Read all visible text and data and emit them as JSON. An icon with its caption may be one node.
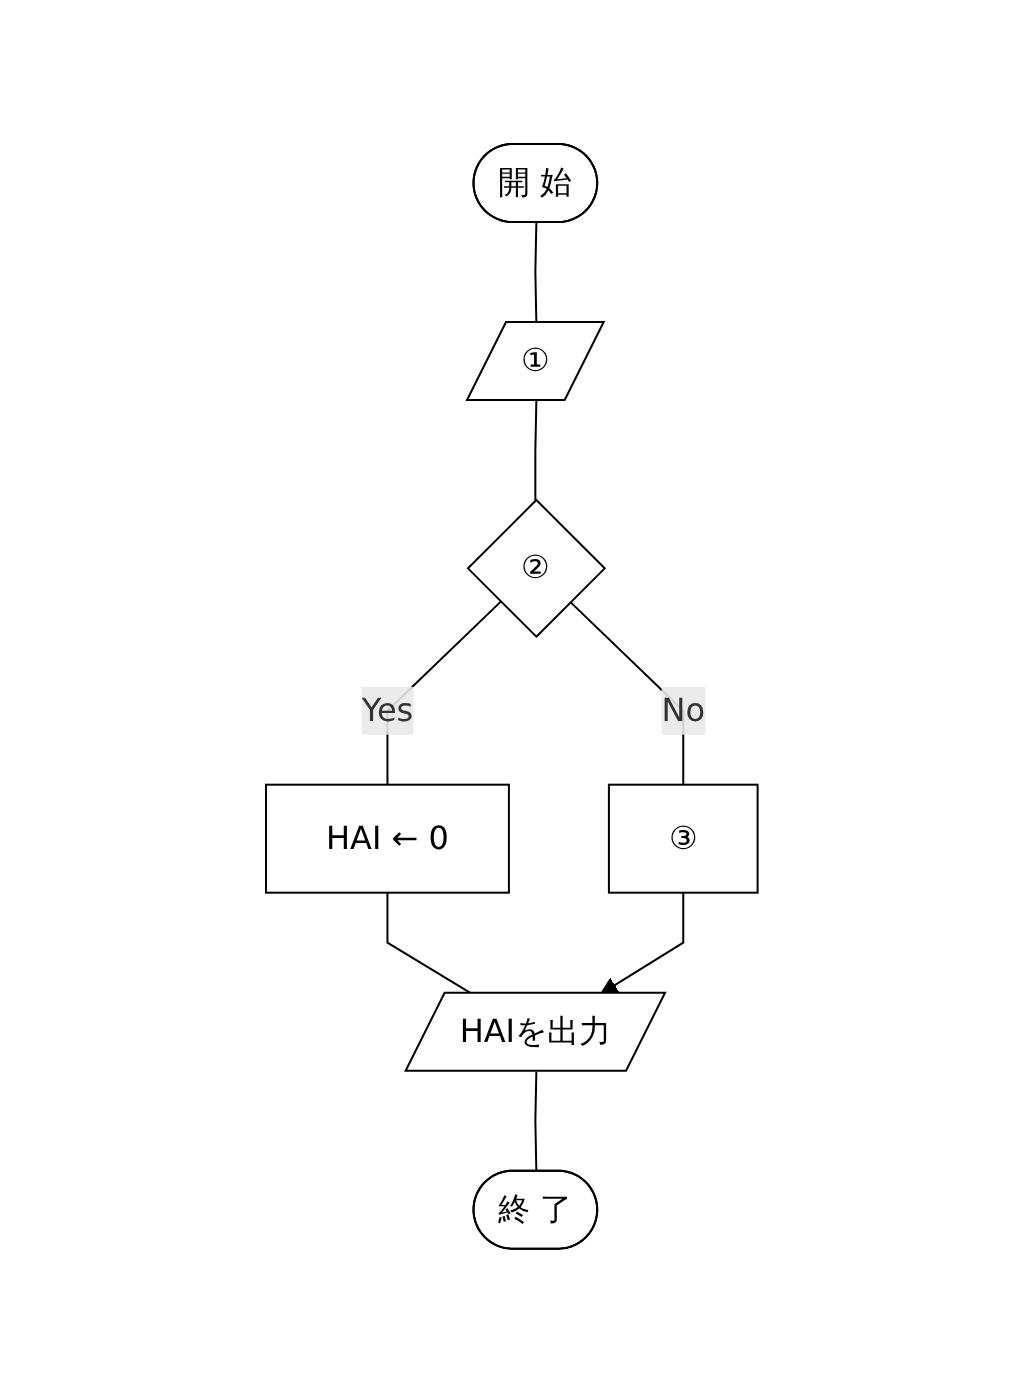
{
  "diagram": {
    "nodes": [
      {
        "text": [
          "開 始"
        ]
      },
      {
        "text": [
          "①"
        ]
      },
      {
        "text": [
          "②"
        ]
      },
      {
        "text": [
          "HAI ← 0"
        ]
      },
      {
        "text": [
          "③"
        ]
      },
      {
        "text": [
          "HAIを出力"
        ]
      },
      {
        "text": [
          "終 了"
        ]
      }
    ],
    "edges": [
      {
        "from": 0,
        "to": 1,
        "arrow": "none"
      },
      {
        "from": 1,
        "to": 2,
        "arrow": "none"
      },
      {
        "from": 2,
        "to": 3,
        "label": "Yes",
        "arrow": "none"
      },
      {
        "from": 2,
        "to": 4,
        "label": "No",
        "arrow": "none"
      },
      {
        "from": 3,
        "to": 5,
        "arrow": "none"
      },
      {
        "from": 4,
        "to": 5,
        "arrow": "to"
      },
      {
        "from": 5,
        "to": 6,
        "arrow": "none"
      }
    ]
  }
}
